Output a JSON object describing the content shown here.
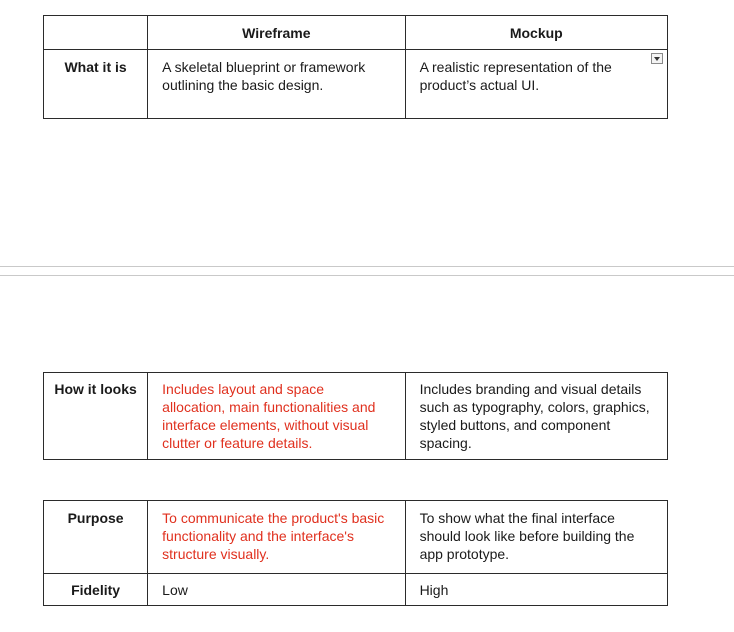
{
  "header": {
    "col_wireframe": "Wireframe",
    "col_mockup": "Mockup"
  },
  "rows": {
    "what_it_is": {
      "label": "What it is",
      "wireframe": "A skeletal blueprint or framework outlining the basic design.",
      "mockup": "A realistic representation of the product’s actual UI."
    },
    "how_it_looks": {
      "label": "How it looks",
      "wireframe": "Includes layout and space allocation, main functionalities and interface elements, without visual clutter or feature details.",
      "mockup": "Includes branding and visual details such as typography, colors, graphics, styled buttons, and component spacing."
    },
    "purpose": {
      "label": "Purpose",
      "wireframe": "To communicate the product's basic functionality and the interface's structure visually.",
      "mockup": "To show what the final interface should look like before building the app prototype."
    },
    "fidelity": {
      "label": "Fidelity",
      "wireframe": "Low",
      "mockup": "High"
    }
  },
  "icons": {
    "dropdown": "chevron-down-icon"
  },
  "colors": {
    "highlight_text": "#e0301e",
    "body_text": "#1a1a1a",
    "border": "#2b2b2b"
  }
}
